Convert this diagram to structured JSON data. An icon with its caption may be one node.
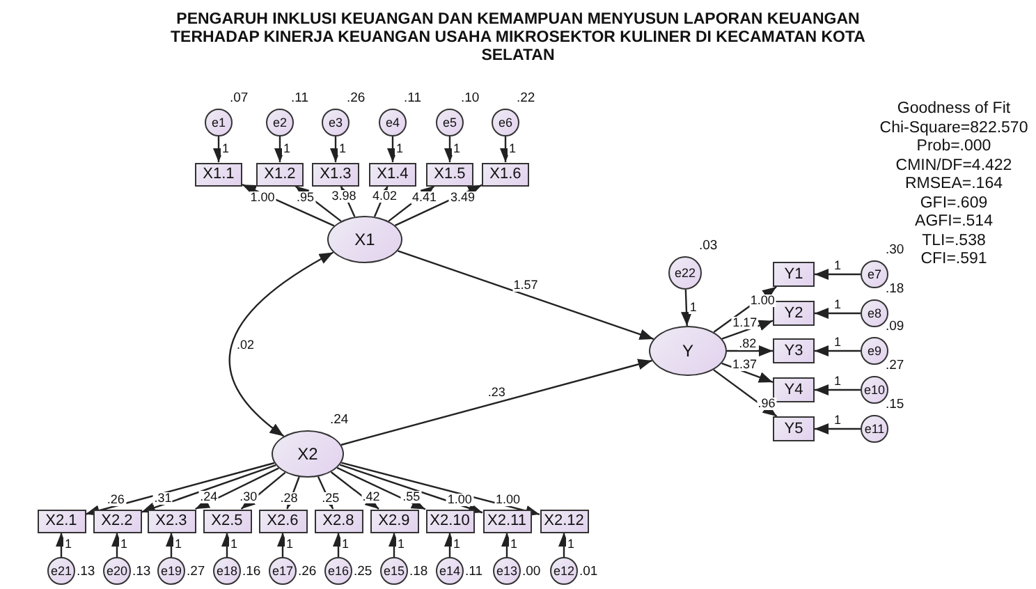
{
  "diagram": {
    "title": "PENGARUH INKLUSI KEUANGAN DAN KEMAMPUAN MENYUSUN LAPORAN KEUANGAN TERHADAP KINERJA KEUANGAN USAHA MIKROSEKTOR KULINER DI KECAMATAN KOTA SELATAN",
    "nodes": [
      {
        "text": [
          "e1"
        ],
        "beside": [
          ".07"
        ]
      },
      {
        "text": [
          "e2"
        ],
        "beside": [
          ".11"
        ]
      },
      {
        "text": [
          "e3"
        ],
        "beside": [
          ".26"
        ]
      },
      {
        "text": [
          "e4"
        ],
        "beside": [
          ".11"
        ]
      },
      {
        "text": [
          "e5"
        ],
        "beside": [
          ".10"
        ]
      },
      {
        "text": [
          "e6"
        ],
        "beside": [
          ".22"
        ]
      },
      {
        "text": [
          "X1.1"
        ]
      },
      {
        "text": [
          "X1.2"
        ]
      },
      {
        "text": [
          "X1.3"
        ]
      },
      {
        "text": [
          "X1.4"
        ]
      },
      {
        "text": [
          "X1.5"
        ]
      },
      {
        "text": [
          "X1.6"
        ]
      },
      {
        "text": [
          "X1"
        ]
      },
      {
        "text": [
          "e22"
        ],
        "beside": [
          ".03"
        ]
      },
      {
        "text": [
          "Y1"
        ]
      },
      {
        "text": [
          "Y2"
        ]
      },
      {
        "text": [
          "Y3"
        ]
      },
      {
        "text": [
          "Y4"
        ]
      },
      {
        "text": [
          "Y5"
        ]
      },
      {
        "text": [
          "e7"
        ],
        "beside": [
          ".30"
        ]
      },
      {
        "text": [
          "e8"
        ],
        "beside": [
          ".18"
        ]
      },
      {
        "text": [
          "e9"
        ],
        "beside": [
          ".09"
        ]
      },
      {
        "text": [
          "e10"
        ],
        "beside": [
          ".27"
        ]
      },
      {
        "text": [
          "e11"
        ],
        "beside": [
          ".15"
        ]
      },
      {
        "text": [
          "Y"
        ]
      },
      {
        "text": [
          "X2"
        ],
        "beside": [
          ".24"
        ]
      },
      {
        "text": [
          "X2.1"
        ]
      },
      {
        "text": [
          "X2.2"
        ]
      },
      {
        "text": [
          "X2.3"
        ]
      },
      {
        "text": [
          "X2.5"
        ]
      },
      {
        "text": [
          "X2.6"
        ]
      },
      {
        "text": [
          "X2.8"
        ]
      },
      {
        "text": [
          "X2.9"
        ]
      },
      {
        "text": [
          "X2.10"
        ]
      },
      {
        "text": [
          "X2.11"
        ]
      },
      {
        "text": [
          "X2.12"
        ]
      },
      {
        "text": [
          "e21"
        ],
        "beside": [
          ".13"
        ]
      },
      {
        "text": [
          "e20"
        ],
        "beside": [
          ".13"
        ]
      },
      {
        "text": [
          "e19"
        ],
        "beside": [
          ".27"
        ]
      },
      {
        "text": [
          "e18"
        ],
        "beside": [
          ".16"
        ]
      },
      {
        "text": [
          "e17"
        ],
        "beside": [
          ".26"
        ]
      },
      {
        "text": [
          "e16"
        ],
        "beside": [
          ".25"
        ]
      },
      {
        "text": [
          "e15"
        ],
        "beside": [
          ".18"
        ]
      },
      {
        "text": [
          "e14"
        ],
        "beside": [
          ".11"
        ]
      },
      {
        "text": [
          "e13"
        ],
        "beside": [
          ".00"
        ]
      },
      {
        "text": [
          "e12"
        ],
        "beside": [
          ".01"
        ]
      }
    ],
    "edges": [
      {
        "from": 0,
        "to": 6,
        "arrow": "to",
        "label": "1"
      },
      {
        "from": 1,
        "to": 7,
        "arrow": "to",
        "label": "1"
      },
      {
        "from": 2,
        "to": 8,
        "arrow": "to",
        "label": "1"
      },
      {
        "from": 3,
        "to": 9,
        "arrow": "to",
        "label": "1"
      },
      {
        "from": 4,
        "to": 10,
        "arrow": "to",
        "label": "1"
      },
      {
        "from": 5,
        "to": 11,
        "arrow": "to",
        "label": "1"
      },
      {
        "from": 12,
        "to": 6,
        "arrow": "to",
        "label": "1.00"
      },
      {
        "from": 12,
        "to": 7,
        "arrow": "to",
        "label": ".95"
      },
      {
        "from": 12,
        "to": 8,
        "arrow": "to",
        "label": "3.98"
      },
      {
        "from": 12,
        "to": 9,
        "arrow": "to",
        "label": "4.02"
      },
      {
        "from": 12,
        "to": 10,
        "arrow": "to",
        "label": "4.41"
      },
      {
        "from": 12,
        "to": 11,
        "arrow": "to",
        "label": "3.49"
      },
      {
        "from": 12,
        "to": 25,
        "arrow": "both",
        "label": ".02"
      },
      {
        "from": 12,
        "to": 24,
        "arrow": "to",
        "label": "1.57"
      },
      {
        "from": 25,
        "to": 24,
        "arrow": "to",
        "label": ".23"
      },
      {
        "from": 13,
        "to": 24,
        "arrow": "to",
        "label": "1"
      },
      {
        "from": 24,
        "to": 14,
        "arrow": "to",
        "label": "1.00"
      },
      {
        "from": 24,
        "to": 15,
        "arrow": "to",
        "label": "1.17"
      },
      {
        "from": 24,
        "to": 16,
        "arrow": "to",
        "label": ".82"
      },
      {
        "from": 24,
        "to": 17,
        "arrow": "to",
        "label": "1.37"
      },
      {
        "from": 24,
        "to": 18,
        "arrow": "to",
        "label": ".96"
      },
      {
        "from": 19,
        "to": 14,
        "arrow": "to",
        "label": "1"
      },
      {
        "from": 20,
        "to": 15,
        "arrow": "to",
        "label": "1"
      },
      {
        "from": 21,
        "to": 16,
        "arrow": "to",
        "label": "1"
      },
      {
        "from": 22,
        "to": 17,
        "arrow": "to",
        "label": "1"
      },
      {
        "from": 23,
        "to": 18,
        "arrow": "to",
        "label": "1"
      },
      {
        "from": 25,
        "to": 26,
        "arrow": "to",
        "label": ".26"
      },
      {
        "from": 25,
        "to": 27,
        "arrow": "to",
        "label": ".31"
      },
      {
        "from": 25,
        "to": 28,
        "arrow": "to",
        "label": ".24"
      },
      {
        "from": 25,
        "to": 29,
        "arrow": "to",
        "label": ".30"
      },
      {
        "from": 25,
        "to": 30,
        "arrow": "to",
        "label": ".28"
      },
      {
        "from": 25,
        "to": 31,
        "arrow": "to",
        "label": ".25"
      },
      {
        "from": 25,
        "to": 32,
        "arrow": "to",
        "label": ".42"
      },
      {
        "from": 25,
        "to": 33,
        "arrow": "to",
        "label": ".55"
      },
      {
        "from": 25,
        "to": 34,
        "arrow": "to",
        "label": "1.00"
      },
      {
        "from": 25,
        "to": 35,
        "arrow": "to",
        "label": "1.00"
      },
      {
        "from": 36,
        "to": 26,
        "arrow": "to",
        "label": "1"
      },
      {
        "from": 37,
        "to": 27,
        "arrow": "to",
        "label": "1"
      },
      {
        "from": 38,
        "to": 28,
        "arrow": "to",
        "label": "1"
      },
      {
        "from": 39,
        "to": 29,
        "arrow": "to",
        "label": "1"
      },
      {
        "from": 40,
        "to": 30,
        "arrow": "to",
        "label": "1"
      },
      {
        "from": 41,
        "to": 31,
        "arrow": "to",
        "label": "1"
      },
      {
        "from": 42,
        "to": 32,
        "arrow": "to",
        "label": "1"
      },
      {
        "from": 43,
        "to": 33,
        "arrow": "to",
        "label": "1"
      },
      {
        "from": 44,
        "to": 34,
        "arrow": "to",
        "label": "1"
      },
      {
        "from": 45,
        "to": 35,
        "arrow": "to",
        "label": "1"
      }
    ],
    "labels": [
      "Goodness of Fit",
      "Chi-Square=822.570",
      "Prob=.000",
      "CMIN/DF=4.422",
      "RMSEA=.164",
      "GFI=.609",
      "AGFI=.514",
      "TLI=.538",
      "CFI=.591"
    ]
  }
}
